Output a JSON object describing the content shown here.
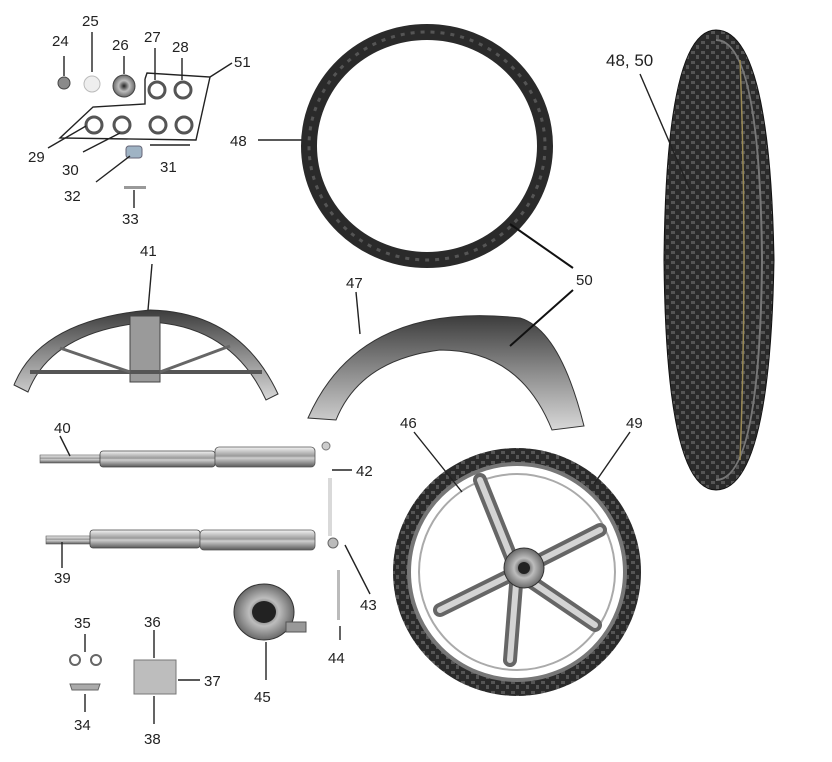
{
  "diagram": {
    "callouts": {
      "c24": "24",
      "c25": "25",
      "c26": "26",
      "c27": "27",
      "c28": "28",
      "c29": "29",
      "c30": "30",
      "c31": "31",
      "c32": "32",
      "c33": "33",
      "c34": "34",
      "c35": "35",
      "c36": "36",
      "c37": "37",
      "c38": "38",
      "c39": "39",
      "c40": "40",
      "c41": "41",
      "c42": "42",
      "c43": "43",
      "c44": "44",
      "c45": "45",
      "c46": "46",
      "c47": "47",
      "c48": "48",
      "c49": "49",
      "c50": "50",
      "c51": "51",
      "c4850": "48, 50"
    }
  }
}
